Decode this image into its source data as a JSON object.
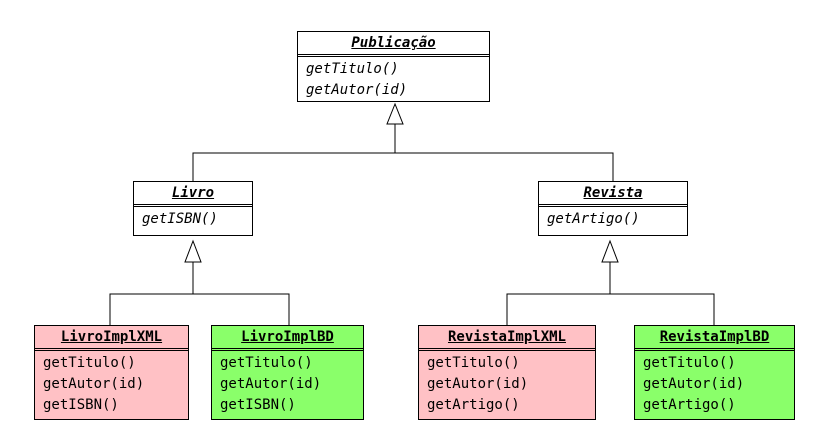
{
  "classes": {
    "publicacao": {
      "name": "Publicação",
      "methods": [
        "getTitulo()",
        "getAutor(id)"
      ]
    },
    "livro": {
      "name": "Livro",
      "methods": [
        "getISBN()"
      ]
    },
    "revista": {
      "name": "Revista",
      "methods": [
        "getArtigo()"
      ]
    },
    "livro_xml": {
      "name": "LivroImplXML",
      "methods": [
        "getTitulo()",
        "getAutor(id)",
        "getISBN()"
      ],
      "color": "#ffc1c5"
    },
    "livro_bd": {
      "name": "LivroImplBD",
      "methods": [
        "getTitulo()",
        "getAutor(id)",
        "getISBN()"
      ],
      "color": "#8aff6a"
    },
    "revista_xml": {
      "name": "RevistaImplXML",
      "methods": [
        "getTitulo()",
        "getAutor(id)",
        "getArtigo()"
      ],
      "color": "#ffc1c5"
    },
    "revista_bd": {
      "name": "RevistaImplBD",
      "methods": [
        "getTitulo()",
        "getAutor(id)",
        "getArtigo()"
      ],
      "color": "#8aff6a"
    }
  }
}
